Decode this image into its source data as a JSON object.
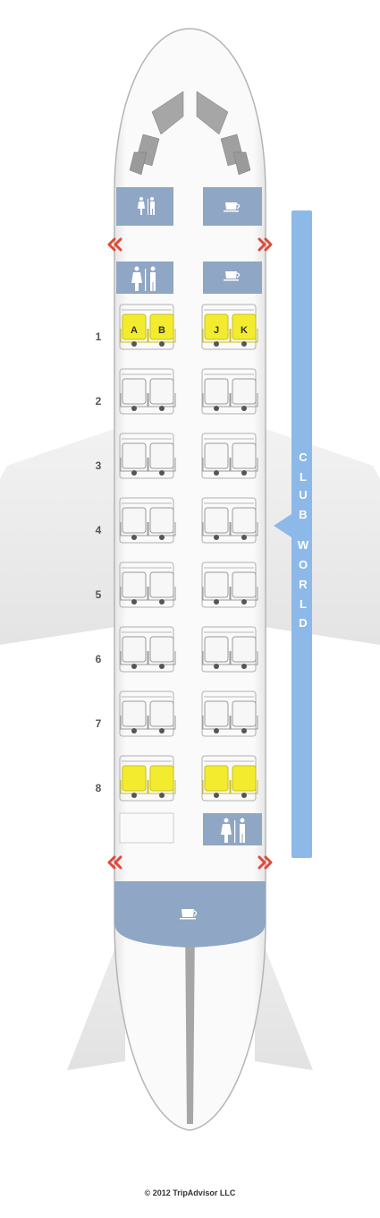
{
  "seatmap": {
    "rows": [
      {
        "label": "1",
        "seats": [
          "A",
          "B",
          "J",
          "K"
        ],
        "highlight": true
      },
      {
        "label": "2",
        "seats": [
          "",
          "",
          "",
          ""
        ],
        "highlight": false
      },
      {
        "label": "3",
        "seats": [
          "",
          "",
          "",
          ""
        ],
        "highlight": false
      },
      {
        "label": "4",
        "seats": [
          "",
          "",
          "",
          ""
        ],
        "highlight": false
      },
      {
        "label": "5",
        "seats": [
          "",
          "",
          "",
          ""
        ],
        "highlight": false
      },
      {
        "label": "6",
        "seats": [
          "",
          "",
          "",
          ""
        ],
        "highlight": false
      },
      {
        "label": "7",
        "seats": [
          "",
          "",
          "",
          ""
        ],
        "highlight": false
      },
      {
        "label": "8",
        "seats": [
          "",
          "",
          "",
          ""
        ],
        "highlight": true
      }
    ],
    "cabin_class": [
      "C",
      "L",
      "U",
      "B",
      "",
      "W",
      "O",
      "R",
      "L",
      "D"
    ],
    "facilities": [
      {
        "name": "lavatory-icon",
        "position": "front-left"
      },
      {
        "name": "galley-icon",
        "position": "front-right"
      },
      {
        "name": "lavatory-icon",
        "position": "row1-left"
      },
      {
        "name": "galley-icon",
        "position": "row1-right"
      },
      {
        "name": "lavatory-icon",
        "position": "row8-right"
      },
      {
        "name": "galley-icon",
        "position": "rear"
      }
    ],
    "exits": [
      "exit-arrow-icon",
      "exit-arrow-icon",
      "exit-arrow-icon",
      "exit-arrow-icon"
    ]
  },
  "colors": {
    "facility": "#8fa6c4",
    "cabin_band": "#8db9e8",
    "seat_highlight": "#f3ec2e",
    "exit_arrow": "#e04a3a"
  },
  "footer": {
    "copyright": "© 2012 TripAdvisor LLC"
  }
}
